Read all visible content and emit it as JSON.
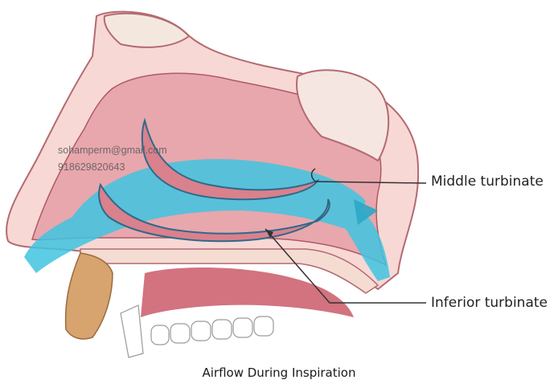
{
  "labels": {
    "middle_turbinate": "Middle turbinate",
    "inferior_turbinate": "Inferior turbinate"
  },
  "caption": "Airflow During Inspiration",
  "watermark": {
    "email": "sohamperm@gmail.com",
    "phone": "918629820643"
  },
  "colors": {
    "airflow": "#3fc4e0",
    "mucosa": "#e7a7ad",
    "bone": "#f4dcd2",
    "cartilage": "#d7a36e",
    "label_line": "#333333"
  }
}
